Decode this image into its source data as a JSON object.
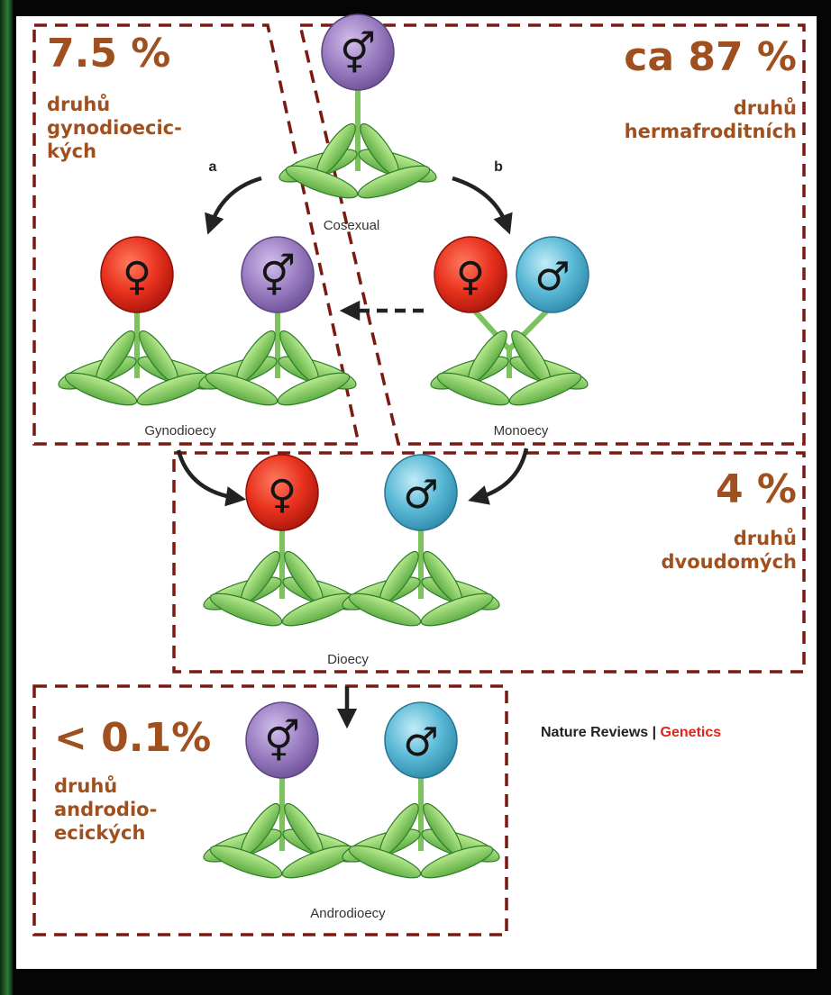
{
  "groups": {
    "gynodioecy": {
      "percent": "7.5 %",
      "line1": "druhů",
      "line2": "gynodioecic-",
      "line3": "kých"
    },
    "hermaphrodite": {
      "percent": "ca 87 %",
      "line1": "druhů",
      "line2": "hermafroditních"
    },
    "dioecy": {
      "percent": "4 %",
      "line1": "druhů",
      "line2": "dvoudomých"
    },
    "androdioecy": {
      "percent": "< 0.1%",
      "line1": "druhů",
      "line2": "androdio-",
      "line3": "ecických"
    }
  },
  "labels": {
    "cosexual": "Cosexual",
    "gynodioecy": "Gynodioecy",
    "monoecy": "Monoecy",
    "dioecy": "Dioecy",
    "androdioecy": "Androdioecy",
    "path_a": "a",
    "path_b": "b"
  },
  "symbols": {
    "hermaphrodite": "⚥",
    "female": "♀",
    "male": "♂"
  },
  "credit": {
    "journal": "Nature Reviews",
    "separator": " | ",
    "section": "Genetics"
  },
  "colors": {
    "percent_text": "#a0501e",
    "dashed_border": "#7a1a12",
    "female_flower": "#e8321e",
    "hermaphrodite_flower": "#9b7ec2",
    "male_flower": "#5ab9d6",
    "leaf": "#8fd36e",
    "genetics_red": "#e2231a"
  }
}
